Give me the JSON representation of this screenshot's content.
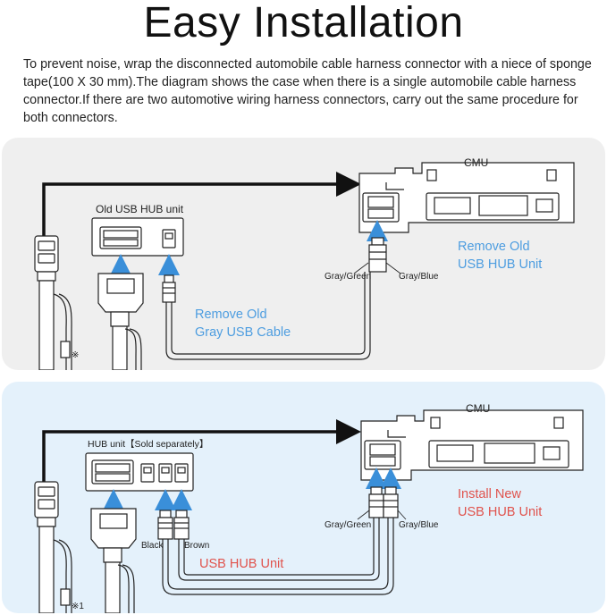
{
  "title": "Easy Installation",
  "description": "To prevent noise, wrap the disconnected automobile cable harness connector with a niece of sponge tape(100 X 30 mm).The diagram shows the case when there is a single automobile cable harness connector.If there are two automotive wiring harness connectors, carry out the same procedure for both connectors.",
  "colors": {
    "accent_blue": "#4d9de0",
    "accent_red": "#e0534d",
    "arrow_blue": "#3a8fd9",
    "panel_gray": "#efefef",
    "panel_blue": "#e4f1fb"
  },
  "panel_remove": {
    "cmu_label": "CMU",
    "unit_label": "Old USB HUB unit",
    "step_unit": "Remove Old\nUSB HUB Unit",
    "step_cable": "Remove Old\nGray USB Cable",
    "wire_left": "Gray/Green",
    "wire_right": "Gray/Blue",
    "note_mark": "※"
  },
  "panel_install": {
    "cmu_label": "CMU",
    "unit_label": "HUB unit【Sold separately】",
    "step_unit": "Install New\nUSB HUB Unit",
    "cable_label": "USB HUB Unit",
    "wire_left": "Gray/Green",
    "wire_right": "Gray/Blue",
    "wire_black": "Black",
    "wire_brown": "Brown",
    "note_mark": "※1"
  }
}
